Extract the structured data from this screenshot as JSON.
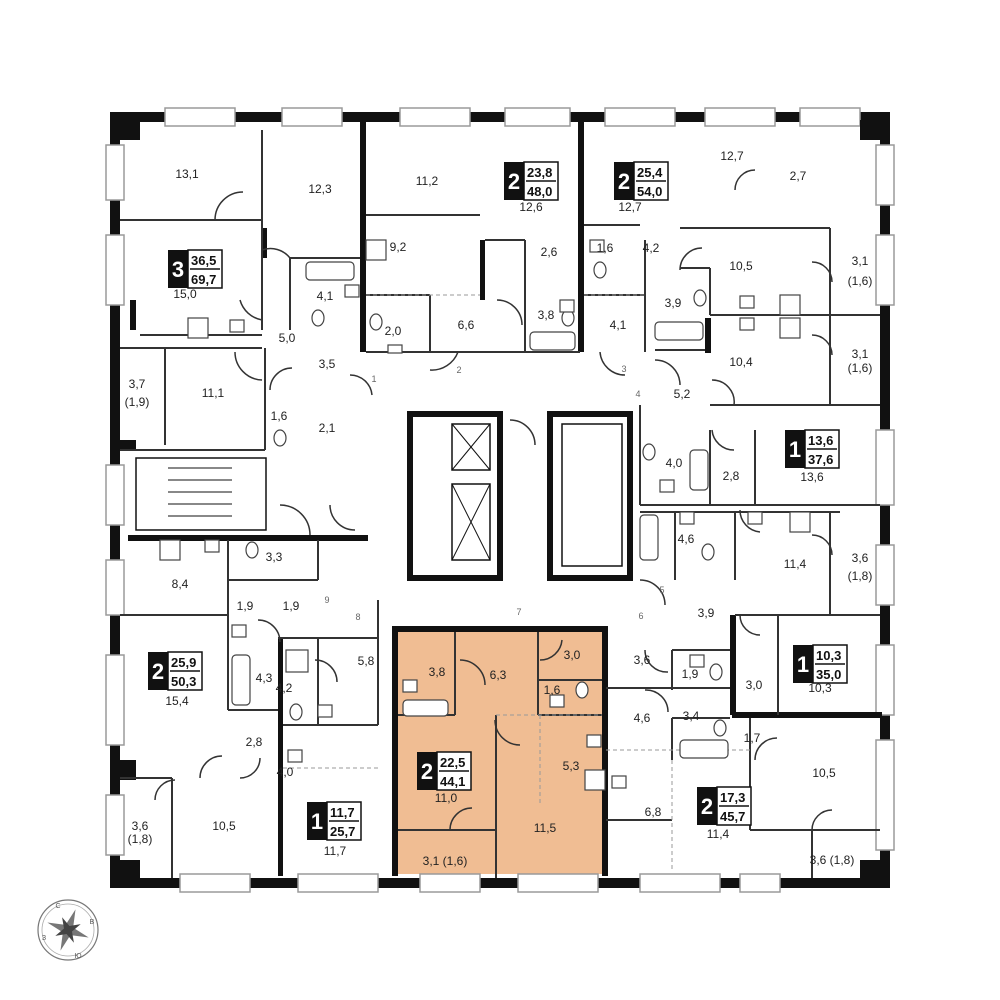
{
  "colors": {
    "wall": "#111111",
    "thin_wall": "#333333",
    "highlight": "#f0bd93",
    "badge_bg": "#111111",
    "window": "#9a9a9a"
  },
  "apartments": [
    {
      "rooms": "3",
      "living": "36,5",
      "total": "69,7"
    },
    {
      "rooms": "2",
      "living": "23,8",
      "total": "48,0"
    },
    {
      "rooms": "2",
      "living": "25,4",
      "total": "54,0"
    },
    {
      "rooms": "1",
      "living": "13,6",
      "total": "37,6"
    },
    {
      "rooms": "2",
      "living": "25,9",
      "total": "50,3"
    },
    {
      "rooms": "1",
      "living": "10,3",
      "total": "35,0"
    },
    {
      "rooms": "1",
      "living": "11,7",
      "total": "25,7"
    },
    {
      "rooms": "2",
      "living": "22,5",
      "total": "44,1",
      "highlighted": true
    },
    {
      "rooms": "2",
      "living": "17,3",
      "total": "45,7"
    }
  ],
  "room_areas": [
    "13,1",
    "12,3",
    "11,2",
    "12,6",
    "12,7",
    "12,7",
    "2,7",
    "15,0",
    "9,2",
    "2,6",
    "1,6",
    "4,2",
    "10,5",
    "3,1",
    "(1,6)",
    "4,1",
    "2,0",
    "6,6",
    "3,8",
    "4,1",
    "3,9",
    "10,4",
    "3,1",
    "(1,6)",
    "5,0",
    "3,5",
    "5,2",
    "3,7",
    "(1,9)",
    "11,1",
    "1,6",
    "2,1",
    "4,0",
    "2,8",
    "13,6",
    "3,3",
    "8,4",
    "4,6",
    "11,4",
    "3,6",
    "(1,8)",
    "1,9",
    "1,9",
    "3,9",
    "5,8",
    "3,8",
    "6,3",
    "3,0",
    "3,6",
    "1,9",
    "4,3",
    "4,2",
    "1,6",
    "3,0",
    "10,3",
    "15,4",
    "4,6",
    "3,4",
    "2,8",
    "1,7",
    "4,0",
    "5,3",
    "11,0",
    "10,5",
    "3,6",
    "(1,8)",
    "10,5",
    "6,8",
    "11,4",
    "11,7",
    "11,5",
    "3,1 (1,6)",
    "3,6 (1,8)"
  ],
  "door_numbers": [
    "1",
    "2",
    "3",
    "4",
    "5",
    "6",
    "7",
    "8",
    "9"
  ],
  "compass": {
    "letters": [
      "С",
      "В",
      "Ю",
      "З"
    ]
  }
}
